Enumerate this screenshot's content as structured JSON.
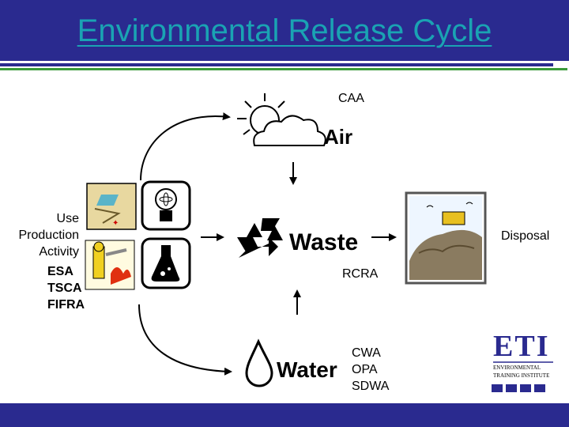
{
  "title": "Environmental Release Cycle",
  "air": {
    "caption": "Air",
    "law": "CAA"
  },
  "waste": {
    "caption": "Waste",
    "law": "RCRA"
  },
  "water": {
    "caption": "Water",
    "laws": [
      "CWA",
      "OPA",
      "SDWA"
    ]
  },
  "left_group": {
    "lines": [
      "Use",
      "Production",
      "Activity"
    ],
    "laws": [
      "ESA",
      "TSCA",
      "FIFRA"
    ]
  },
  "disposal": {
    "label": "Disposal"
  },
  "logo": {
    "letters": "ETI",
    "line1": "ENVIRONMENTAL",
    "line2": "TRAINING INSTITUTE"
  },
  "colors": {
    "header": "#2a2a8f",
    "title": "#1aa3b3",
    "accent_rule": "#3a9a3a"
  }
}
